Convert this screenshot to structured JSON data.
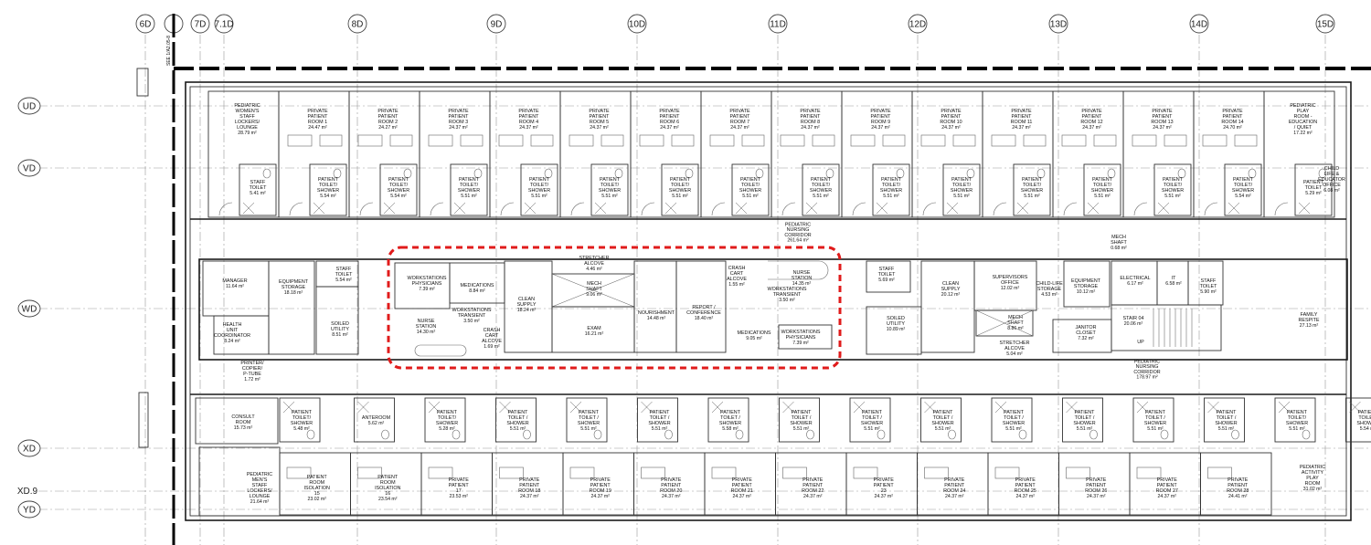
{
  "column_grid": [
    "6D",
    "7D",
    "7.1D",
    "8D",
    "9D",
    "10D",
    "11D",
    "12D",
    "13D",
    "14D",
    "15D"
  ],
  "row_grid": [
    "UD",
    "VD",
    "WD",
    "XD",
    "XD.9",
    "YD"
  ],
  "match_line_label": "SEE 1/A2.05-8",
  "top_rooms": [
    {
      "name": [
        "PEDIATRIC",
        "WOMEN'S",
        "STAFF",
        "LOCKERS/",
        "LOUNGE"
      ],
      "area": "28.79 m²"
    },
    {
      "name": [
        "PRIVATE",
        "PATIENT",
        "ROOM 1"
      ],
      "area": "24.47 m²"
    },
    {
      "name": [
        "PRIVATE",
        "PATIENT",
        "ROOM 2"
      ],
      "area": "24.27 m²"
    },
    {
      "name": [
        "PRIVATE",
        "PATIENT",
        "ROOM 3"
      ],
      "area": "24.37 m²"
    },
    {
      "name": [
        "PRIVATE",
        "PATIENT",
        "ROOM 4"
      ],
      "area": "24.37 m²"
    },
    {
      "name": [
        "PRIVATE",
        "PATIENT",
        "ROOM 5"
      ],
      "area": "24.37 m²"
    },
    {
      "name": [
        "PRIVATE",
        "PATIENT",
        "ROOM 6"
      ],
      "area": "24.37 m²"
    },
    {
      "name": [
        "PRIVATE",
        "PATIENT",
        "ROOM 7"
      ],
      "area": "24.37 m²"
    },
    {
      "name": [
        "PRIVATE",
        "PATIENT",
        "ROOM 8"
      ],
      "area": "24.37 m²"
    },
    {
      "name": [
        "PRIVATE",
        "PATIENT",
        "ROOM 9"
      ],
      "area": "24.37 m²"
    },
    {
      "name": [
        "PRIVATE",
        "PATIENT",
        "ROOM 10"
      ],
      "area": "24.37 m²"
    },
    {
      "name": [
        "PRIVATE",
        "PATIENT",
        "ROOM 11"
      ],
      "area": "24.37 m²"
    },
    {
      "name": [
        "PRIVATE",
        "PATIENT",
        "ROOM 12"
      ],
      "area": "24.37 m²"
    },
    {
      "name": [
        "PRIVATE",
        "PATIENT",
        "ROOM 13"
      ],
      "area": "24.37 m²"
    },
    {
      "name": [
        "PRIVATE",
        "PATIENT",
        "ROOM 14"
      ],
      "area": "24.70 m²"
    },
    {
      "name": [
        "PEDIATRIC",
        "PLAY",
        "ROOM -",
        "EDUCATION",
        "/ QUIET"
      ],
      "area": "17.22 m²"
    }
  ],
  "top_toilets": [
    {
      "name": [
        "STAFF",
        "TOILET"
      ],
      "area": "5.41 m²"
    },
    {
      "name": [
        "PATIENT",
        "TOILET/",
        "SHOWER"
      ],
      "area": "5.54 m²"
    },
    {
      "name": [
        "PATIENT",
        "TOILET/",
        "SHOWER"
      ],
      "area": "5.54 m²"
    },
    {
      "name": [
        "PATIENT",
        "TOILET/",
        "SHOWER"
      ],
      "area": "5.51 m²"
    },
    {
      "name": [
        "PATIENT",
        "TOILET/",
        "SHOWER"
      ],
      "area": "5.51 m²"
    },
    {
      "name": [
        "PATIENT",
        "TOILET/",
        "SHOWER"
      ],
      "area": "5.51 m²"
    },
    {
      "name": [
        "PATIENT",
        "TOILET/",
        "SHOWER"
      ],
      "area": "5.51 m²"
    },
    {
      "name": [
        "PATIENT",
        "TOILET/",
        "SHOWER"
      ],
      "area": "5.51 m²"
    },
    {
      "name": [
        "PATIENT",
        "TOILET/",
        "SHOWER"
      ],
      "area": "5.51 m²"
    },
    {
      "name": [
        "PATIENT",
        "TOILET/",
        "SHOWER"
      ],
      "area": "5.51 m²"
    },
    {
      "name": [
        "PATIENT",
        "TOILET/",
        "SHOWER"
      ],
      "area": "5.51 m²"
    },
    {
      "name": [
        "PATIENT",
        "TOILET/",
        "SHOWER"
      ],
      "area": "5.51 m²"
    },
    {
      "name": [
        "PATIENT",
        "TOILET/",
        "SHOWER"
      ],
      "area": "5.51 m²"
    },
    {
      "name": [
        "PATIENT",
        "TOILET/",
        "SHOWER"
      ],
      "area": "5.51 m²"
    },
    {
      "name": [
        "PATIENT",
        "TOILET/",
        "SHOWER"
      ],
      "area": "5.54 m²"
    },
    {
      "name": [
        "PATIENT",
        "TOILET"
      ],
      "area": "5.29 m²"
    }
  ],
  "child_life_office": {
    "name": [
      "CHILD",
      "LIFE &",
      "EDUCATOR",
      "OFFICE"
    ],
    "area": "6.08 m²"
  },
  "corridor_top": {
    "name": [
      "PEDIATRIC",
      "NURSING",
      "CORRIDOR"
    ],
    "area": "261.64 m²"
  },
  "corridor_bottom": {
    "name": [
      "PEDIATRIC",
      "NURSING",
      "CORRIDOR"
    ],
    "area": "178.97 m²"
  },
  "middle_rooms": {
    "manager": {
      "name": [
        "MANAGER"
      ],
      "area": "11.64 m²"
    },
    "equip_storage_left": {
      "name": [
        "EQUIPMENT",
        "STORAGE"
      ],
      "area": "18.18 m²"
    },
    "staff_toilet_mid": {
      "name": [
        "STAFF",
        "TOILET"
      ],
      "area": "5.54 m²"
    },
    "soiled_utility_left": {
      "name": [
        "SOILED",
        "UTILITY"
      ],
      "area": "8.51 m²"
    },
    "huc": {
      "name": [
        "HEALTH",
        "UNIT",
        "COORDINATOR"
      ],
      "area": "8.24 m²"
    },
    "printer": {
      "name": [
        "PRINTER/",
        "COPIER/",
        "P-TUBE"
      ],
      "area": "1.72 m²"
    },
    "ws_phys_left": {
      "name": [
        "WORKSTATIONS",
        "PHYSICIANS"
      ],
      "area": "7.39 m²"
    },
    "medications_left": {
      "name": [
        "MEDICATIONS"
      ],
      "area": "8.84 m²"
    },
    "ws_trans_left": {
      "name": [
        "WORKSTATIONS",
        "TRANSIENT"
      ],
      "area": "3.50 m²"
    },
    "nurse_left": {
      "name": [
        "NURSE",
        "STATION"
      ],
      "area": "14.30 m²"
    },
    "crash_left": {
      "name": [
        "CRASH",
        "CART",
        "ALCOVE"
      ],
      "area": "1.69 m²"
    },
    "clean_supply": {
      "name": [
        "CLEAN",
        "SUPPLY"
      ],
      "area": "18.24 m²"
    },
    "stretcher_top": {
      "name": [
        "STRETCHER",
        "ALCOVE"
      ],
      "area": "4.46 m²"
    },
    "mech_left": {
      "name": [
        "MECH",
        "SHAFT"
      ],
      "area": "9.06 m²"
    },
    "exam": {
      "name": [
        "EXAM"
      ],
      "area": "16.21 m²"
    },
    "nourishment": {
      "name": [
        "NOURISHMENT"
      ],
      "area": "14.48 m²"
    },
    "report": {
      "name": [
        "REPORT /",
        "CONFERENCE"
      ],
      "area": "18.40 m²"
    },
    "crash_right": {
      "name": [
        "CRASH",
        "CART",
        "ALCOVE"
      ],
      "area": "1.55 m²"
    },
    "nurse_right": {
      "name": [
        "NURSE",
        "STATION"
      ],
      "area": "14.35 m²"
    },
    "ws_trans_right": {
      "name": [
        "WORKSTATIONS",
        "TRANSIENT"
      ],
      "area": "3.50 m²"
    },
    "medications_right": {
      "name": [
        "MEDICATIONS"
      ],
      "area": "9.05 m²"
    },
    "ws_phys_right": {
      "name": [
        "WORKSTATIONS",
        "PHYSICIANS"
      ],
      "area": "7.39 m²"
    },
    "staff_toilet_right": {
      "name": [
        "STAFF",
        "TOILET"
      ],
      "area": "5.69 m²"
    },
    "soiled_right": {
      "name": [
        "SOILED",
        "UTILITY"
      ],
      "area": "10.89 m²"
    },
    "clean_supply_right": {
      "name": [
        "CLEAN",
        "SUPPLY"
      ],
      "area": "20.12 m²"
    },
    "supervisors": {
      "name": [
        "SUPERVISORS",
        "OFFICE"
      ],
      "area": "12.02 m²"
    },
    "child_life_storage": {
      "name": [
        "CHILD-LIFE",
        "STORAGE"
      ],
      "area": "4.53 m²"
    },
    "mech_right": {
      "name": [
        "MECH",
        "SHAFT"
      ],
      "area": "8.86 m²"
    },
    "stretcher_bottom": {
      "name": [
        "STRETCHER",
        "ALCOVE"
      ],
      "area": "5.04 m²"
    },
    "equip_storage_right": {
      "name": [
        "EQUIPMENT",
        "STORAGE"
      ],
      "area": "10.12 m²"
    },
    "janitor": {
      "name": [
        "JANITOR",
        "CLOSET"
      ],
      "area": "7.32 m²"
    },
    "mech_small": {
      "name": [
        "MECH",
        "SHAFT"
      ],
      "area": "0.68 m²"
    },
    "electrical": {
      "name": [
        "ELECTRICAL"
      ],
      "area": "6.17 m²"
    },
    "it": {
      "name": [
        "IT"
      ],
      "area": "6.58 m²"
    },
    "staff_toilet_far": {
      "name": [
        "STAFF",
        "TOILET"
      ],
      "area": "5.90 m²"
    },
    "stair": {
      "name": [
        "STAIR 04"
      ],
      "area": "20.06 m²"
    },
    "up_label": "UP",
    "family_respite": {
      "name": [
        "FAMILY",
        "RESPITE"
      ],
      "area": "27.13 m²"
    }
  },
  "bottom_rooms": [
    {
      "name": [
        "PEDIATRIC",
        "MEN'S",
        "STAFF",
        "LOCKERS/",
        "LOUNGE"
      ],
      "area": "21.64 m²"
    },
    {
      "name": [
        "PATIENT",
        "ROOM",
        "ISOLATION",
        "15"
      ],
      "area": "23.02 m²"
    },
    {
      "name": [
        "PATIENT",
        "ROOM",
        "ISOLATION",
        "16"
      ],
      "area": "23.54 m²"
    },
    {
      "name": [
        "PRIVATE",
        "PATIENT",
        "17"
      ],
      "area": "23.53 m²"
    },
    {
      "name": [
        "PRIVATE",
        "PATIENT",
        "ROOM 18"
      ],
      "area": "24.37 m²"
    },
    {
      "name": [
        "PRIVATE",
        "PATIENT",
        "ROOM 19"
      ],
      "area": "24.37 m²"
    },
    {
      "name": [
        "PRIVATE",
        "PATIENT",
        "ROOM 20"
      ],
      "area": "24.37 m²"
    },
    {
      "name": [
        "PRIVATE",
        "PATIENT",
        "ROOM 21"
      ],
      "area": "24.37 m²"
    },
    {
      "name": [
        "PRIVATE",
        "PATIENT",
        "ROOM 22"
      ],
      "area": "24.37 m²"
    },
    {
      "name": [
        "PRIVATE",
        "PATIENT",
        "23"
      ],
      "area": "24.37 m²"
    },
    {
      "name": [
        "PRIVATE",
        "PATIENT",
        "ROOM 24"
      ],
      "area": "24.37 m²"
    },
    {
      "name": [
        "PRIVATE",
        "PATIENT",
        "ROOM 25"
      ],
      "area": "24.37 m²"
    },
    {
      "name": [
        "PRIVATE",
        "PATIENT",
        "ROOM 26"
      ],
      "area": "24.37 m²"
    },
    {
      "name": [
        "PRIVATE",
        "PATIENT",
        "ROOM 27"
      ],
      "area": "24.37 m²"
    },
    {
      "name": [
        "PRIVATE",
        "PATIENT",
        "ROOM 28"
      ],
      "area": "24.41 m²"
    }
  ],
  "bottom_toilets": [
    {
      "name": [
        "PATIENT",
        "TOILET/",
        "SHOWER"
      ],
      "area": "5.48 m²"
    },
    {
      "name": [
        "ANTEROOM"
      ],
      "area": "5.62 m²"
    },
    {
      "name": [
        "PATIENT",
        "TOILET/",
        "SHOWER"
      ],
      "area": "5.28 m²"
    },
    {
      "name": [
        "PATIENT",
        "TOILET /",
        "SHOWER"
      ],
      "area": "5.51 m²"
    },
    {
      "name": [
        "PATIENT",
        "TOILET /",
        "SHOWER"
      ],
      "area": "5.51 m²"
    },
    {
      "name": [
        "PATIENT",
        "TOILET /",
        "SHOWER"
      ],
      "area": "5.51 m²"
    },
    {
      "name": [
        "PATIENT",
        "TOILET /",
        "SHOWER"
      ],
      "area": "5.58 m²"
    },
    {
      "name": [
        "PATIENT",
        "TOILET /",
        "SHOWER"
      ],
      "area": "5.51 m²"
    },
    {
      "name": [
        "PATIENT",
        "TOILET /",
        "SHOWER"
      ],
      "area": "5.51 m²"
    },
    {
      "name": [
        "PATIENT",
        "TOILET /",
        "SHOWER"
      ],
      "area": "5.51 m²"
    },
    {
      "name": [
        "PATIENT",
        "TOILET /",
        "SHOWER"
      ],
      "area": "5.51 m²"
    },
    {
      "name": [
        "PATIENT",
        "TOILET /",
        "SHOWER"
      ],
      "area": "5.51 m²"
    },
    {
      "name": [
        "PATIENT",
        "TOILET /",
        "SHOWER"
      ],
      "area": "5.51 m²"
    },
    {
      "name": [
        "PATIENT",
        "TOILET /",
        "SHOWER"
      ],
      "area": "5.51 m²"
    },
    {
      "name": [
        "PATIENT",
        "TOILET/",
        "SHOWER"
      ],
      "area": "5.51 m²"
    },
    {
      "name": [
        "PATIENT",
        "TOILET/",
        "SHOWER"
      ],
      "area": "5.54 m²"
    }
  ],
  "consult": {
    "name": [
      "CONSULT",
      "ROOM"
    ],
    "area": "15.73 m²"
  },
  "activity_play": {
    "name": [
      "PEDIATRIC",
      "ACTIVITY",
      "PLAY",
      "ROOM"
    ],
    "area": "31.02 m²"
  },
  "highlight_color": "#e01b1b"
}
